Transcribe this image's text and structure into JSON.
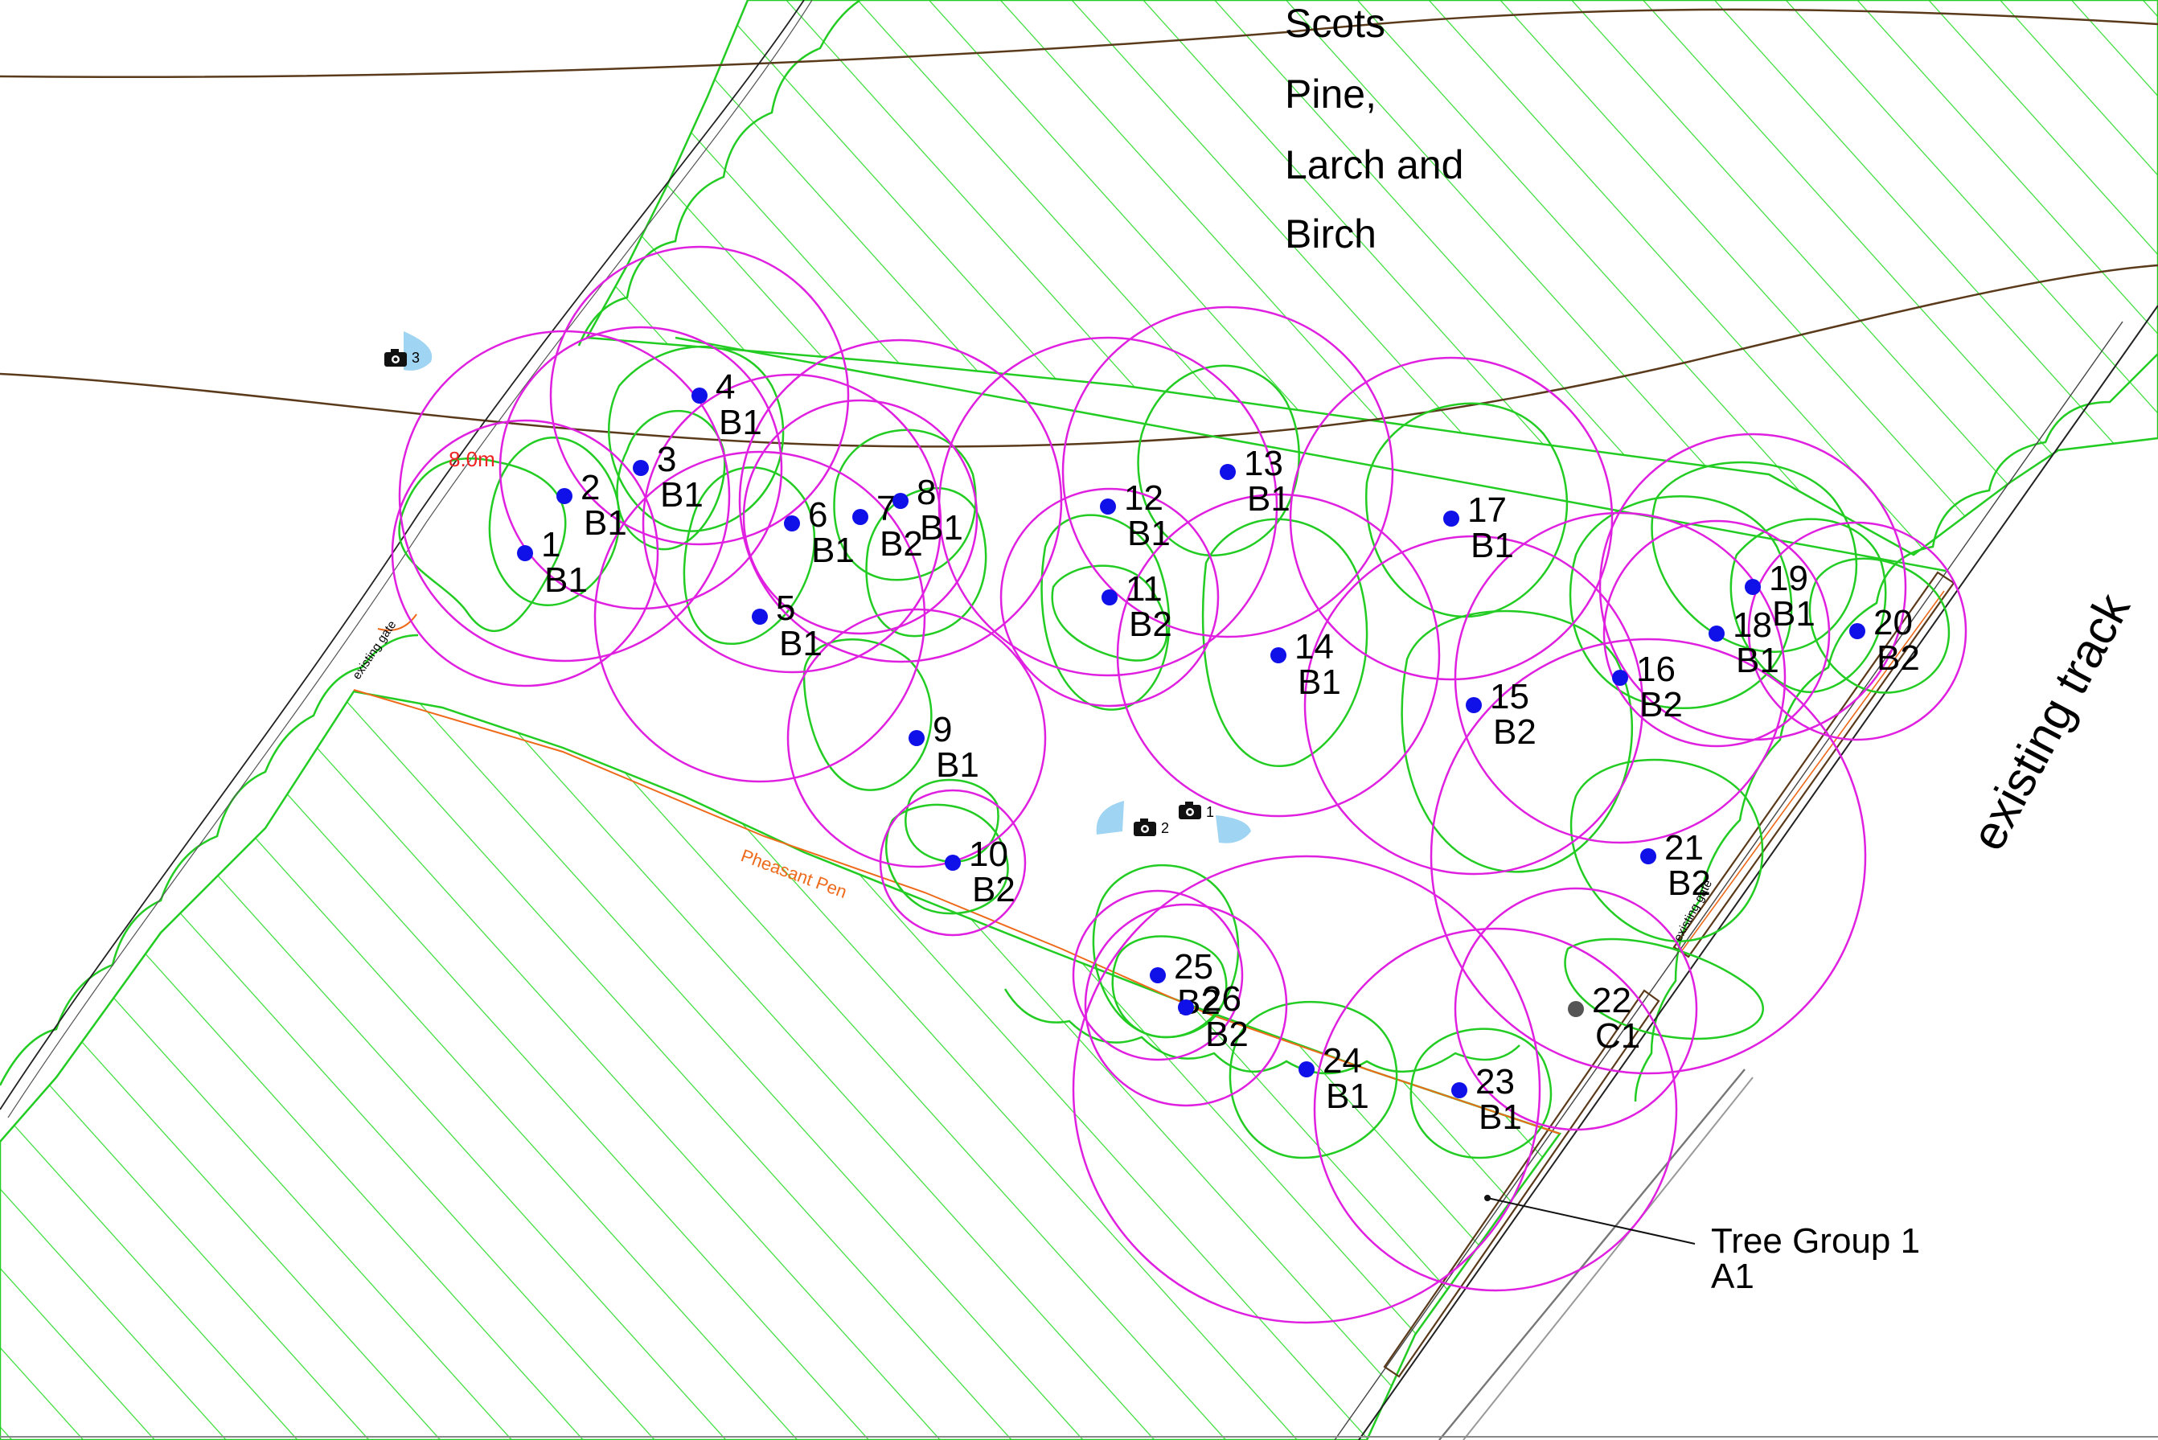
{
  "species_label": [
    "Scots",
    "Pine,",
    "Larch and",
    "Birch"
  ],
  "track_label": "existing track",
  "gate_label_left": "existing gate",
  "gate_label_right": "existing gate",
  "pen_label": "Pheasant Pen",
  "distance_label": "8.0m",
  "group_label": [
    "Tree Group 1",
    "A1"
  ],
  "colors": {
    "hatch_green": "#33dd33",
    "canopy_green": "#22cc22",
    "rpa_magenta": "#e020e0",
    "tree_blue": "#1010e8",
    "tree_grey": "#555555",
    "contour_brown": "#5a3a1a",
    "pen_orange": "#ee6a1a",
    "distance_red": "#ee2222",
    "camera_cone": "#9fd4f2"
  },
  "cameras": [
    {
      "id": "1",
      "icon": "camera-icon"
    },
    {
      "id": "2",
      "icon": "camera-icon"
    },
    {
      "id": "3",
      "icon": "camera-icon"
    }
  ],
  "trees": [
    {
      "id": "1",
      "cat": "B1"
    },
    {
      "id": "2",
      "cat": "B1"
    },
    {
      "id": "3",
      "cat": "B1"
    },
    {
      "id": "4",
      "cat": "B1"
    },
    {
      "id": "5",
      "cat": "B1"
    },
    {
      "id": "6",
      "cat": "B1"
    },
    {
      "id": "7",
      "cat": "B2"
    },
    {
      "id": "8",
      "cat": "B1"
    },
    {
      "id": "9",
      "cat": "B1"
    },
    {
      "id": "10",
      "cat": "B2"
    },
    {
      "id": "11",
      "cat": "B2"
    },
    {
      "id": "12",
      "cat": "B1"
    },
    {
      "id": "13",
      "cat": "B1"
    },
    {
      "id": "14",
      "cat": "B1"
    },
    {
      "id": "15",
      "cat": "B2"
    },
    {
      "id": "16",
      "cat": "B2"
    },
    {
      "id": "17",
      "cat": "B1"
    },
    {
      "id": "18",
      "cat": "B1"
    },
    {
      "id": "19",
      "cat": "B1"
    },
    {
      "id": "20",
      "cat": "B2"
    },
    {
      "id": "21",
      "cat": "B2"
    },
    {
      "id": "22",
      "cat": "C1"
    },
    {
      "id": "23",
      "cat": "B1"
    },
    {
      "id": "24",
      "cat": "B1"
    },
    {
      "id": "25",
      "cat": "B2"
    },
    {
      "id": "26",
      "cat": "B2"
    }
  ]
}
